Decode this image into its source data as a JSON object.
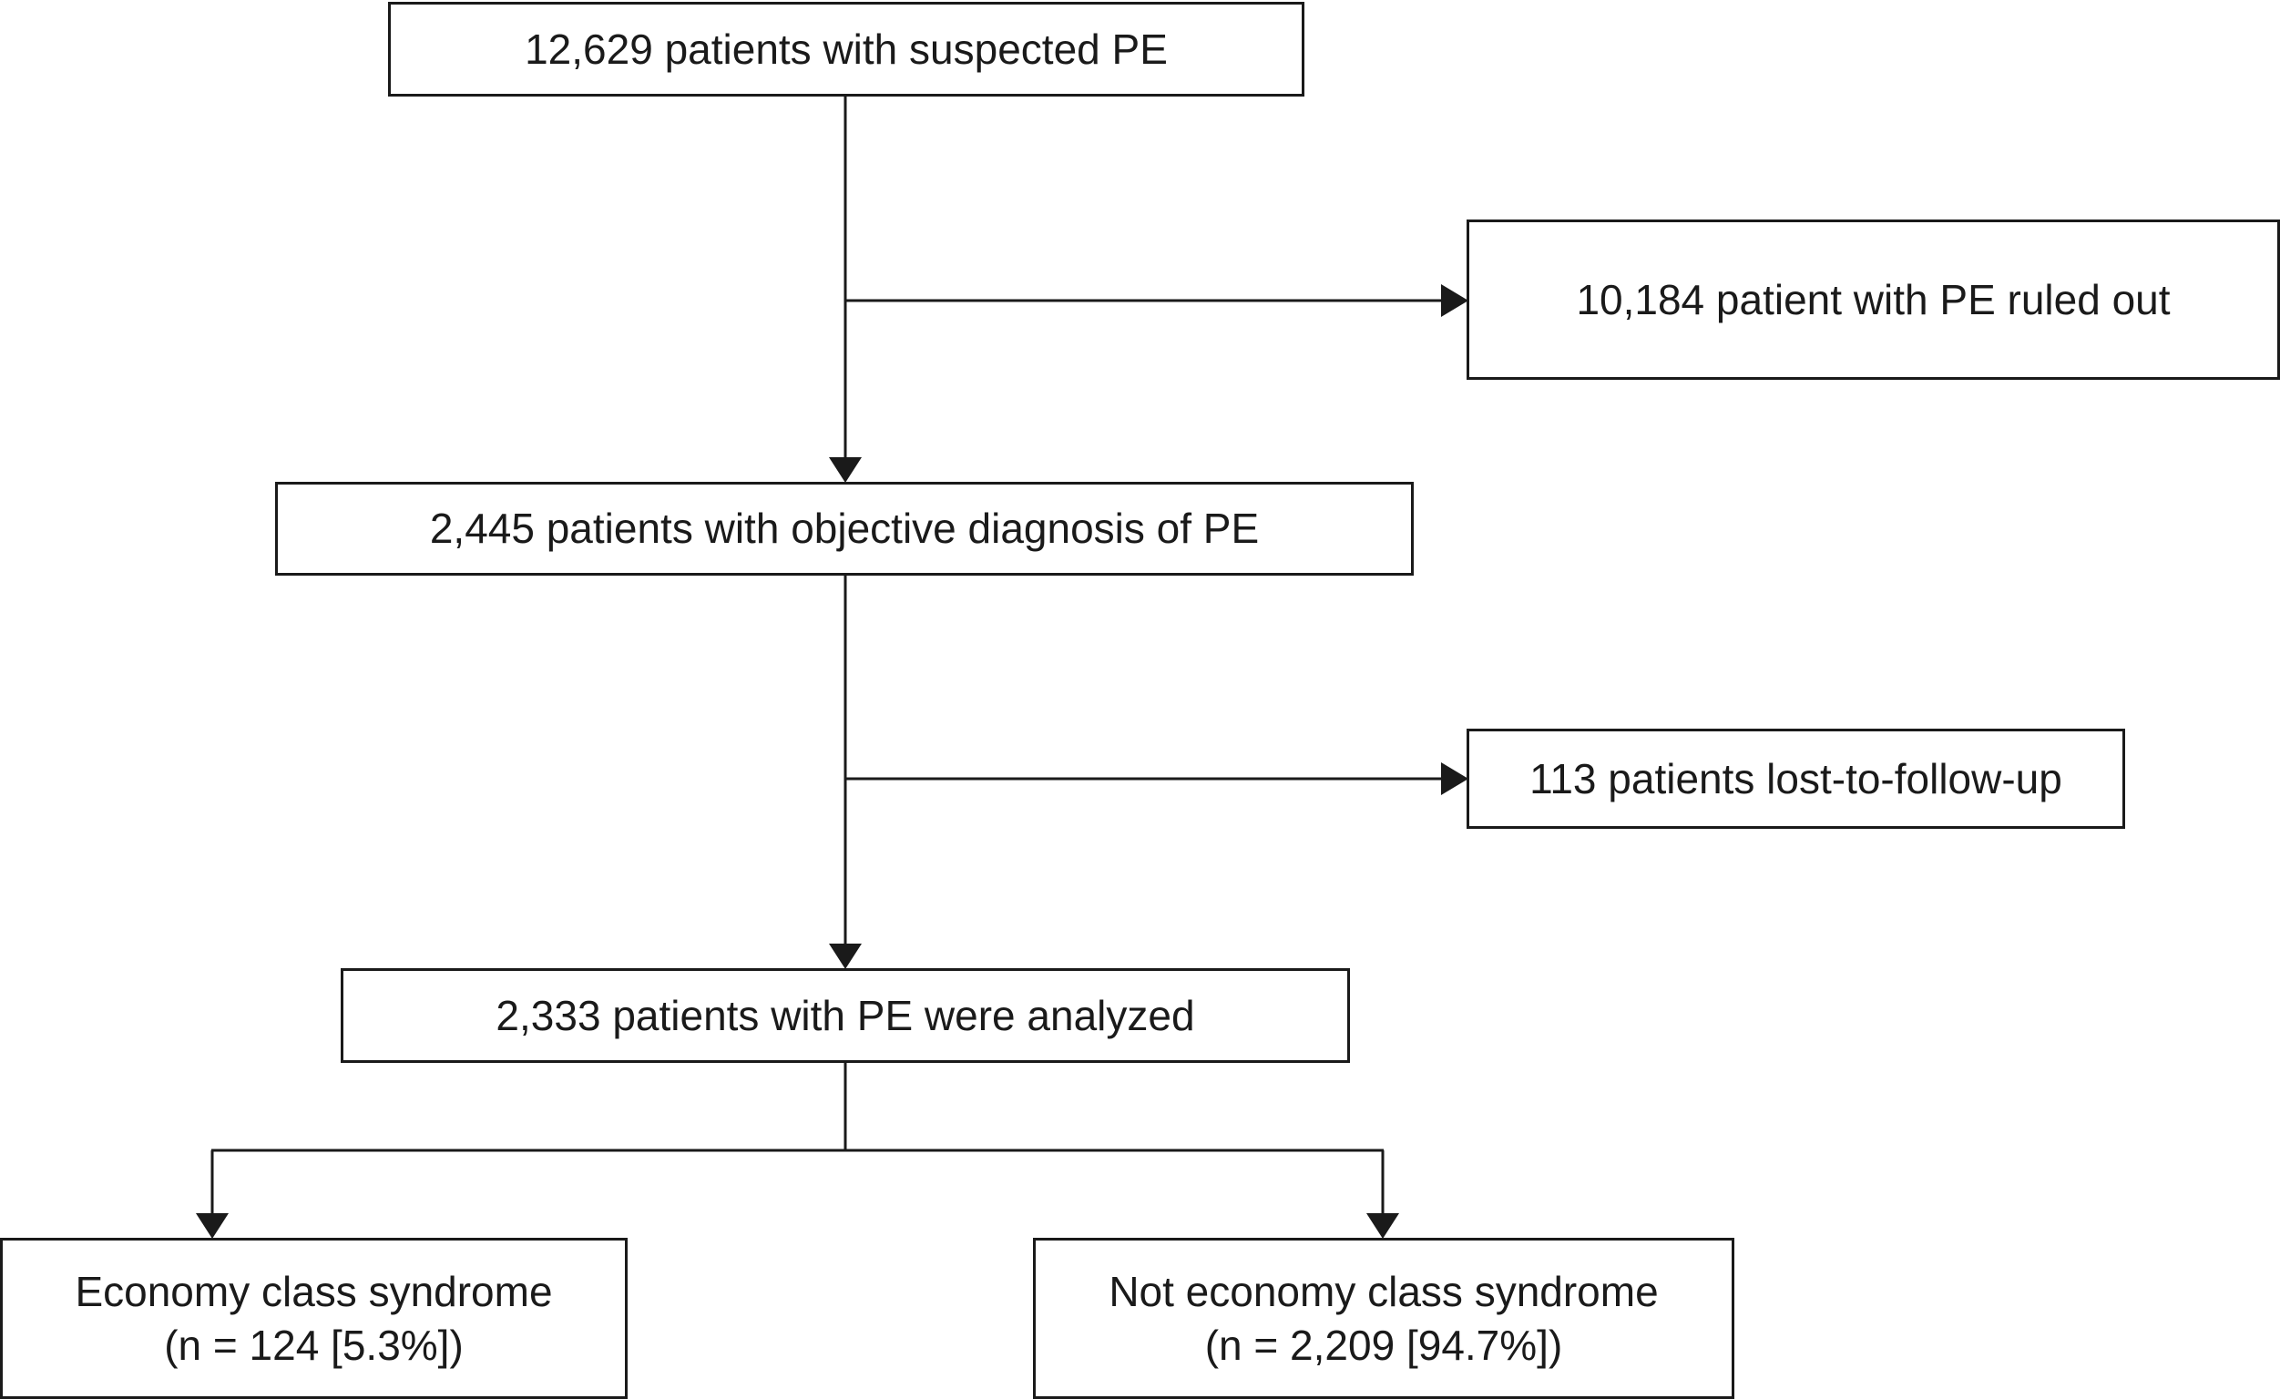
{
  "flowchart": {
    "suspected": {
      "text": "12,629 patients with suspected PE"
    },
    "ruled_out": {
      "text": "10,184 patient with PE ruled out"
    },
    "objective_diagnosis": {
      "text": "2,445 patients with objective diagnosis of PE"
    },
    "lost_to_follow_up": {
      "text": "113 patients lost-to-follow-up"
    },
    "analyzed": {
      "text": "2,333 patients with PE were analyzed"
    },
    "economy_class": {
      "line1": "Economy class syndrome",
      "line2": "(n = 124 [5.3%])"
    },
    "not_economy_class": {
      "line1": "Not economy class syndrome",
      "line2": "(n = 2,209 [94.7%])"
    }
  }
}
